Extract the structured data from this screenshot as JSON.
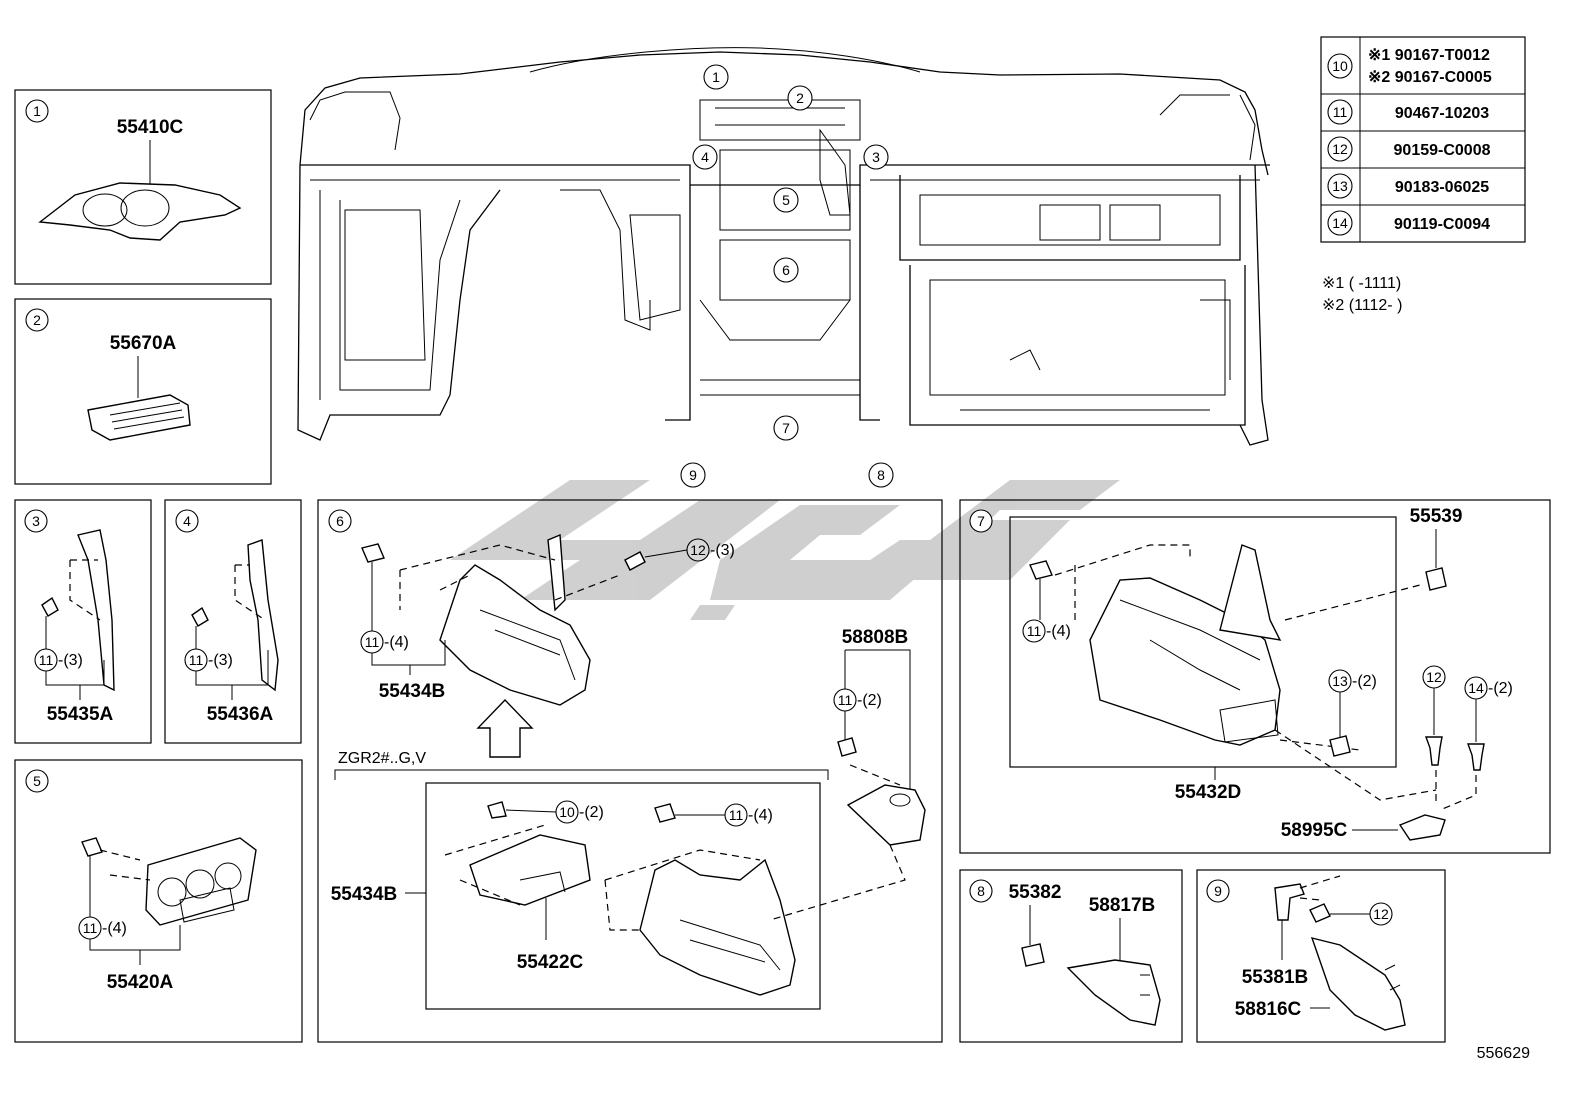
{
  "diagram_id": "556629",
  "watermark": {
    "text": "اسیا"
  },
  "fastener_table": [
    {
      "ref": "10",
      "values": [
        "※1 90167-T0012",
        "※2 90167-C0005"
      ]
    },
    {
      "ref": "11",
      "values": [
        "90467-10203"
      ]
    },
    {
      "ref": "12",
      "values": [
        "90159-C0008"
      ]
    },
    {
      "ref": "13",
      "values": [
        "90183-06025"
      ]
    },
    {
      "ref": "14",
      "values": [
        "90119-C0094"
      ]
    }
  ],
  "notes": [
    "※1 (      -1111)",
    "※2 (1112-      )"
  ],
  "main_callouts": [
    "1",
    "2",
    "3",
    "4",
    "5",
    "6",
    "7",
    "8",
    "9"
  ],
  "panels": {
    "p1": {
      "num": "1",
      "part": "55410C"
    },
    "p2": {
      "num": "2",
      "part": "55670A"
    },
    "p3": {
      "num": "3",
      "part": "55435A",
      "fastener": "11",
      "qty": "-(3)"
    },
    "p4": {
      "num": "4",
      "part": "55436A",
      "fastener": "11",
      "qty": "-(3)"
    },
    "p5": {
      "num": "5",
      "part": "55420A",
      "fastener": "11",
      "qty": "-(4)"
    },
    "p6": {
      "num": "6",
      "part_main": "55434B",
      "f11": "11",
      "f11_qty": "-(4)",
      "f12": "12",
      "f12_qty": "-(3)",
      "variant_label": "ZGR2#..G,V",
      "sub_part": "55434B",
      "sub_part2": "55422C",
      "sub_f10": "10",
      "sub_f10_qty": "-(2)",
      "sub_f11": "11",
      "sub_f11_qty": "-(4)",
      "side_part": "58808B",
      "side_f11": "11",
      "side_f11_qty": "-(2)"
    },
    "p7": {
      "num": "7",
      "part_main": "55432D",
      "part_clip": "55539",
      "part_bracket": "58995C",
      "f11": "11",
      "f11_qty": "-(4)",
      "f13": "13",
      "f13_qty": "-(2)",
      "f12": "12",
      "f14": "14",
      "f14_qty": "-(2)"
    },
    "p8": {
      "num": "8",
      "part_a": "55382",
      "part_b": "58817B"
    },
    "p9": {
      "num": "9",
      "part_a": "55381B",
      "part_b": "58816C",
      "f12": "12"
    }
  }
}
